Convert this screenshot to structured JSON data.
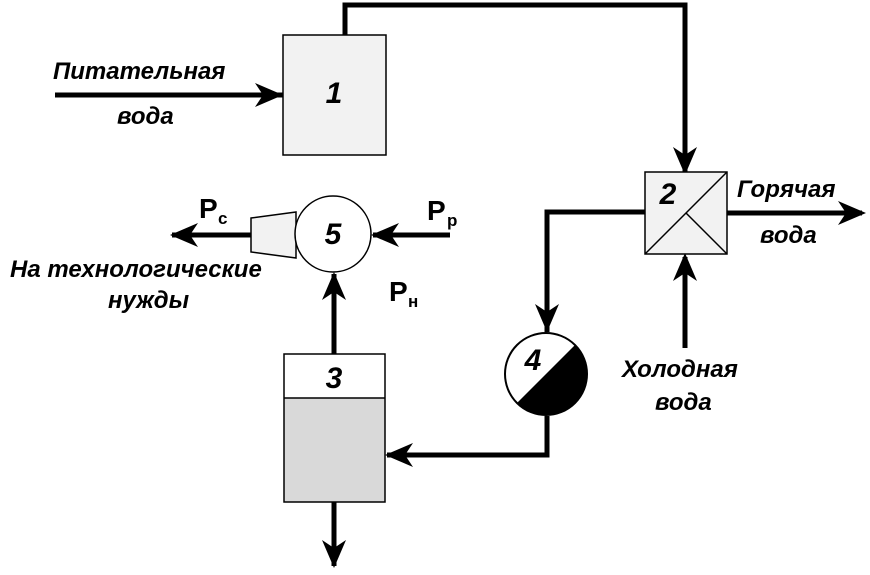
{
  "blocks": {
    "boiler": "1",
    "heat_exchanger": "2",
    "tank": "3",
    "trap": "4",
    "pump": "5"
  },
  "labels": {
    "feed_water_line1": "Питательная",
    "feed_water_line2": "вода",
    "hot_water_line1": "Горячая",
    "hot_water_line2": "вода",
    "cold_water_line1": "Холодная",
    "cold_water_line2": "вода",
    "tech_needs_line1": "На технологические",
    "tech_needs_line2": "нужды"
  },
  "pressures": {
    "pc_main": "P",
    "pc_sub": "c",
    "pp_main": "P",
    "pp_sub": "p",
    "pn_main": "P",
    "pn_sub": "н"
  },
  "colors": {
    "box_fill": "#f2f2f2",
    "tank_liquid": "#d9d9d9",
    "line": "#000000"
  }
}
